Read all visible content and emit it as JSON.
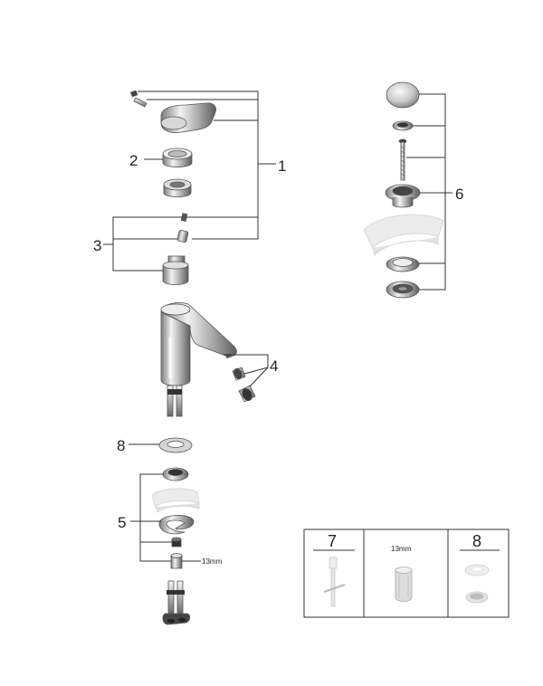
{
  "callouts": {
    "c1": "1",
    "c2": "2",
    "c3": "3",
    "c4": "4",
    "c5": "5",
    "c6": "6",
    "c8": "8",
    "wrench_size": "13mm"
  },
  "accessories_box": {
    "col7_label": "7",
    "col_mid_label": "13mm",
    "col8_label": "8"
  },
  "colors": {
    "metal_light": "#e4e4e4",
    "metal_mid": "#b5b5b5",
    "metal_dark": "#6e6e6e",
    "line": "#333333"
  }
}
